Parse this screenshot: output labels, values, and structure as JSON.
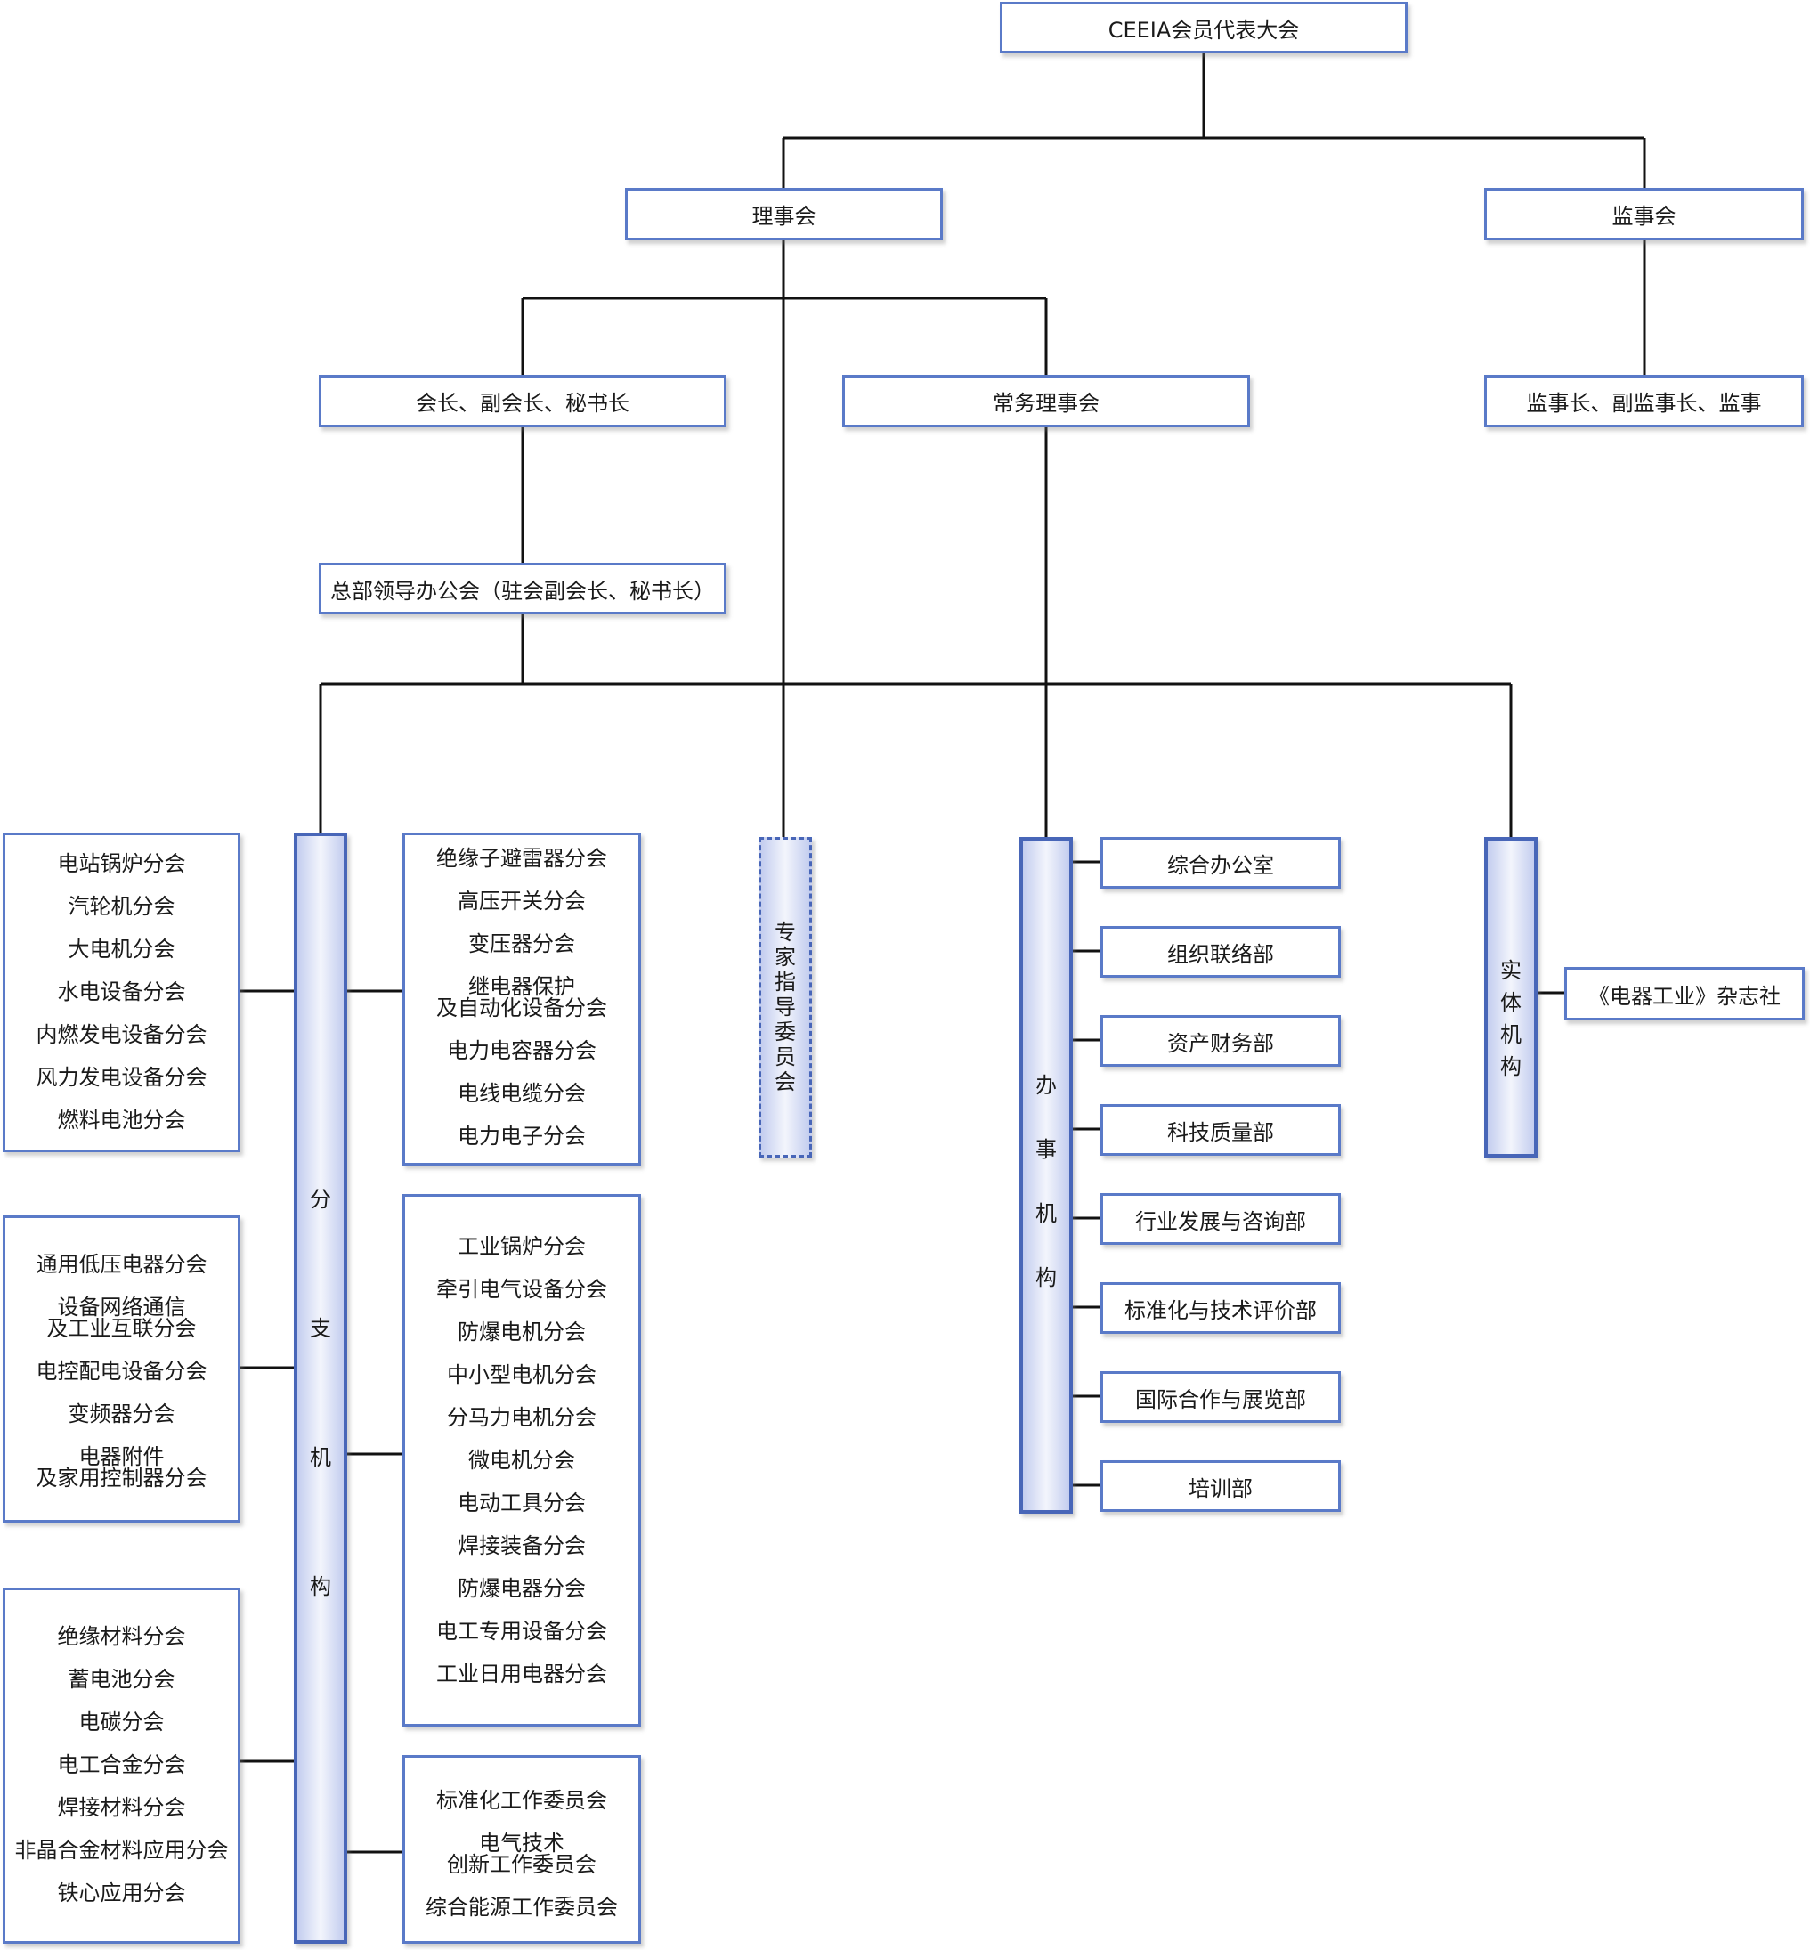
{
  "top": "CEEIA会员代表大会",
  "council": "理事会",
  "supervisory_board": "监事会",
  "leadership": "会长、副会长、秘书长",
  "standing_council": "常务理事会",
  "supervisors": "监事长、副监事长、监事",
  "hq_office": "总部领导办公会（驻会副会长、秘书长）",
  "branch_label": [
    "分",
    "支",
    "机",
    "构"
  ],
  "expert_label": [
    "专",
    "家",
    "指",
    "导",
    "委",
    "员",
    "会"
  ],
  "office_label": [
    "办",
    "事",
    "机",
    "构"
  ],
  "entity_label": [
    "实",
    "体",
    "机",
    "构"
  ],
  "left_group_1": [
    "电站锅炉分会",
    "汽轮机分会",
    "大电机分会",
    "水电设备分会",
    "内燃发电设备分会",
    "风力发电设备分会",
    "燃料电池分会"
  ],
  "left_group_2": [
    "通用低压电器分会",
    "设备网络通信\n及工业互联分会",
    "电控配电设备分会",
    "变频器分会",
    "电器附件\n及家用控制器分会"
  ],
  "left_group_3": [
    "绝缘材料分会",
    "蓄电池分会",
    "电碳分会",
    "电工合金分会",
    "焊接材料分会",
    "非晶合金材料应用分会",
    "铁心应用分会"
  ],
  "right_group_1": [
    "绝缘子避雷器分会",
    "高压开关分会",
    "变压器分会",
    "继电器保护\n及自动化设备分会",
    "电力电容器分会",
    "电线电缆分会",
    "电力电子分会"
  ],
  "right_group_2": [
    "工业锅炉分会",
    "牵引电气设备分会",
    "防爆电机分会",
    "中小型电机分会",
    "分马力电机分会",
    "微电机分会",
    "电动工具分会",
    "焊接装备分会",
    "防爆电器分会",
    "电工专用设备分会",
    "工业日用电器分会"
  ],
  "right_group_3": [
    "标准化工作委员会",
    "电气技术\n创新工作委员会",
    "综合能源工作委员会"
  ],
  "departments": [
    "综合办公室",
    "组织联络部",
    "资产财务部",
    "科技质量部",
    "行业发展与咨询部",
    "标准化与技术评价部",
    "国际合作与展览部",
    "培训部"
  ],
  "magazine": "《电器工业》杂志社"
}
